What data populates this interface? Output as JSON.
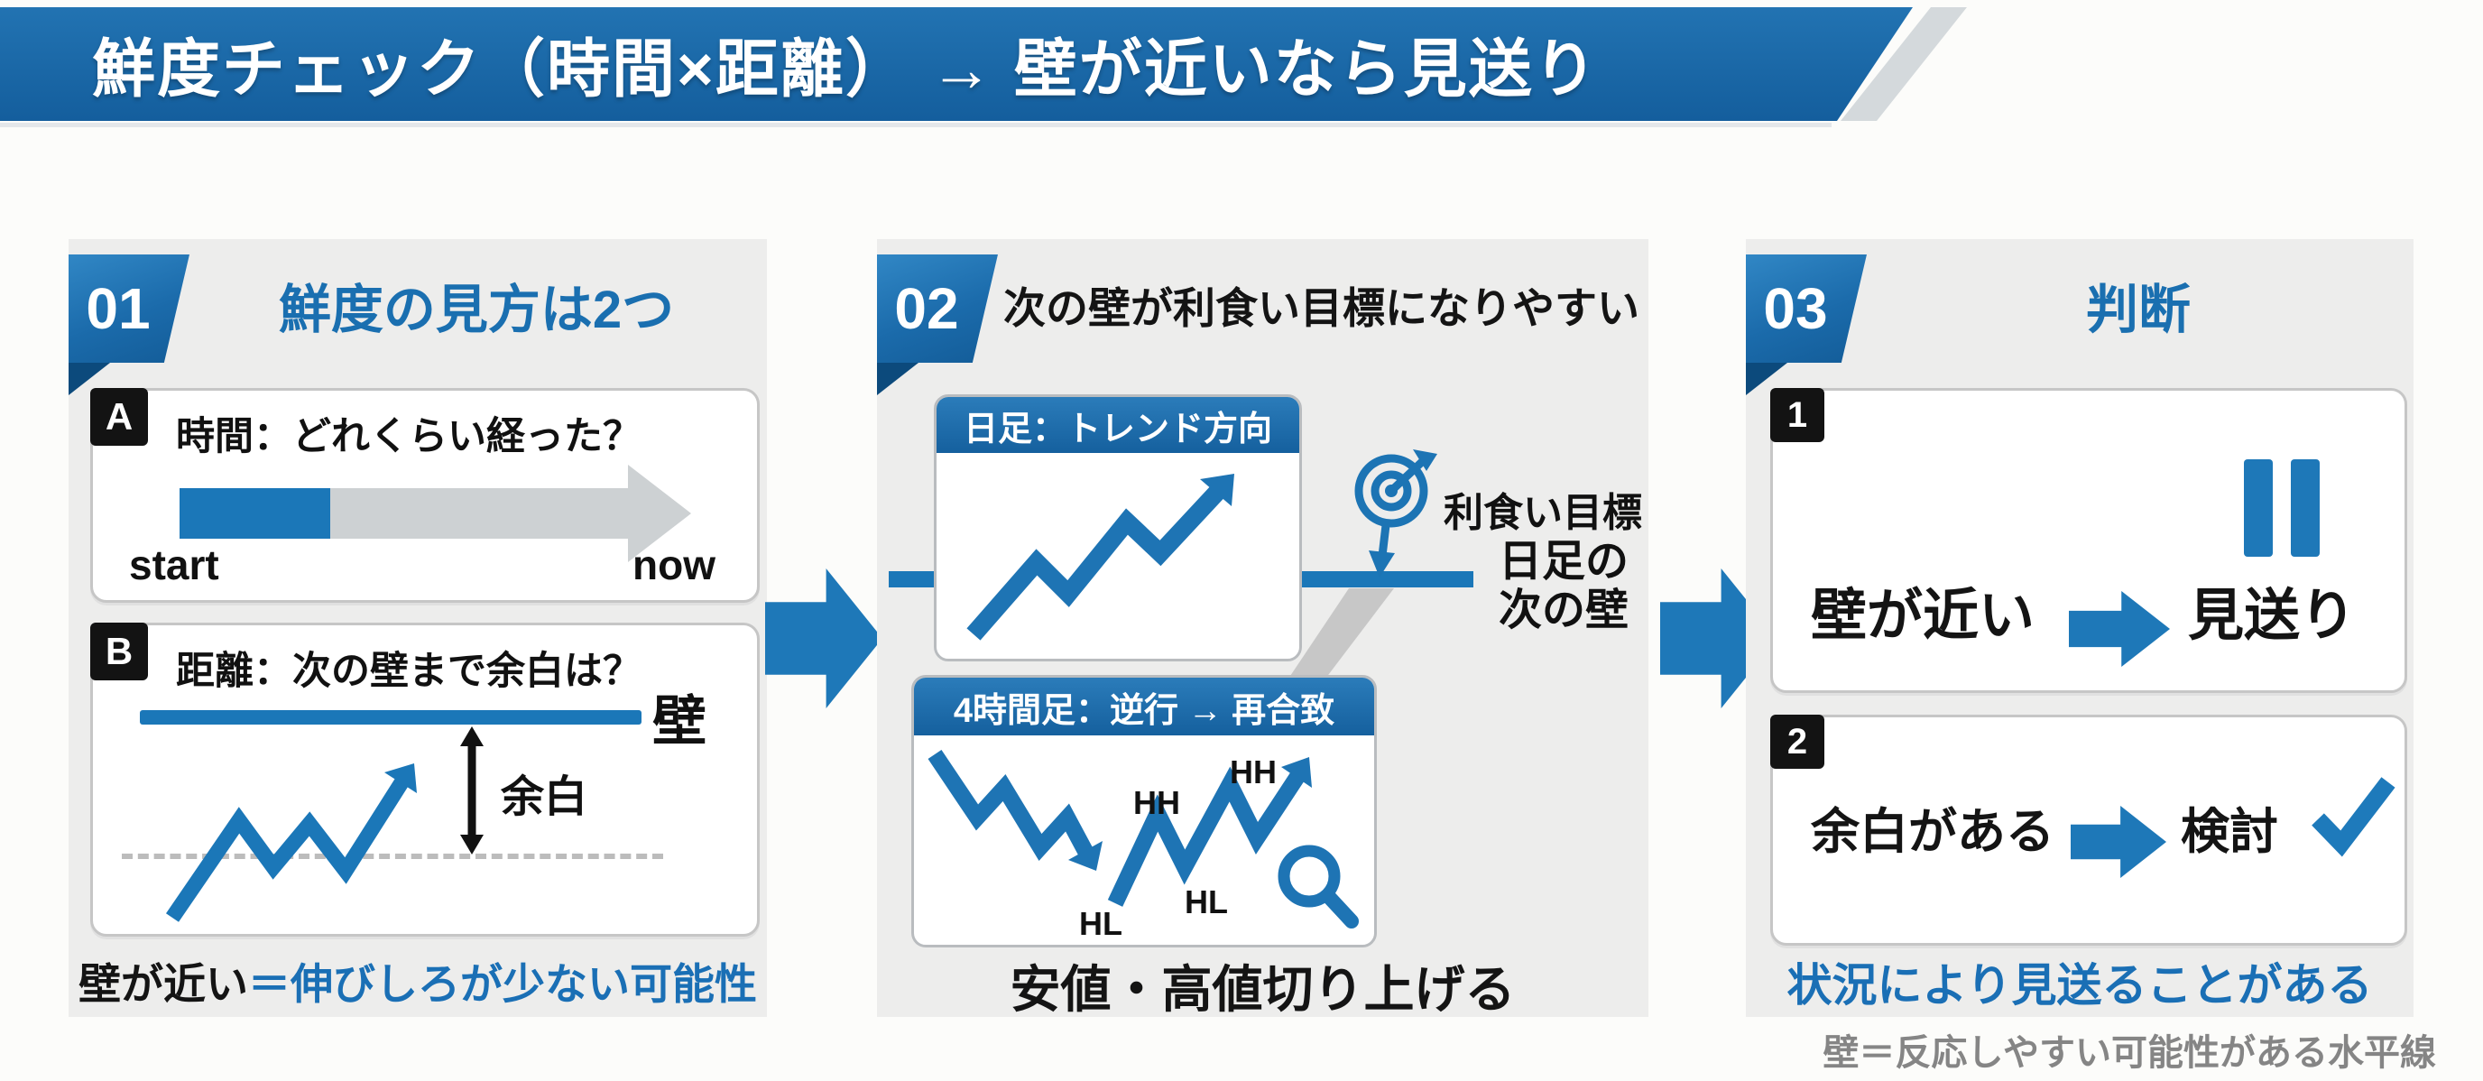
{
  "banner": {
    "title": "鮮度チェック（時間×距離） → 壁が近いなら見送り"
  },
  "panels": [
    {
      "number": "01",
      "title": "鮮度の見方は2つ",
      "card_a": {
        "badge": "A",
        "title": "時間：どれくらい経った？",
        "start_label": "start",
        "now_label": "now"
      },
      "card_b": {
        "badge": "B",
        "title": "距離：次の壁まで余白は？",
        "wall_label": "壁",
        "margin_label": "余白"
      },
      "note_black": "壁が近い",
      "note_blue": "＝伸びしろが少ない可能性"
    },
    {
      "number": "02",
      "title": "次の壁が利食い目標になりやすい",
      "daily_card": {
        "header": "日足：トレンド方向"
      },
      "target_label": "利食い目標",
      "next_wall_line1": "日足の",
      "next_wall_line2": "次の壁",
      "h4_card": {
        "header": "4時間足：逆行 → 再合致",
        "swing_labels": [
          "HL",
          "HH",
          "HL",
          "HH"
        ]
      },
      "note": "安値・高値切り上げる"
    },
    {
      "number": "03",
      "title": "判断",
      "item1": {
        "badge": "1",
        "condition": "壁が近い",
        "result": "見送り"
      },
      "item2": {
        "badge": "2",
        "condition": "余白がある",
        "result": "検討"
      },
      "note": "状況により見送ることがある"
    }
  ],
  "footer": {
    "note": "壁＝反応しやすい可能性がある水平線"
  },
  "colors": {
    "primary_blue": "#1b6fae",
    "accent_blue": "#1e78b8",
    "navy_fold": "#0c4a7c",
    "panel_bg": "#ededec",
    "blue_text": "#1a6fb5",
    "gray_note": "#858585",
    "gray_shape": "#cdd1d3"
  }
}
